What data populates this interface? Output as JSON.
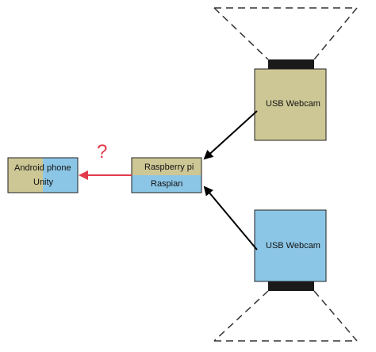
{
  "colors": {
    "tan": "#cdc795",
    "blue": "#8cc6e6",
    "border": "#222222",
    "arrow": "#000000",
    "red_arrow": "#e23b4c",
    "camera_bar": "#1a1a1a",
    "dashes": "#333333"
  },
  "android": {
    "title": "Android phone",
    "subtitle": "Unity"
  },
  "raspberry": {
    "title": "Raspberry pi",
    "subtitle": "Raspian"
  },
  "webcam_top": {
    "label": "USB Webcam"
  },
  "webcam_bottom": {
    "label": "USB Webcam"
  },
  "connection": {
    "question": "?"
  }
}
